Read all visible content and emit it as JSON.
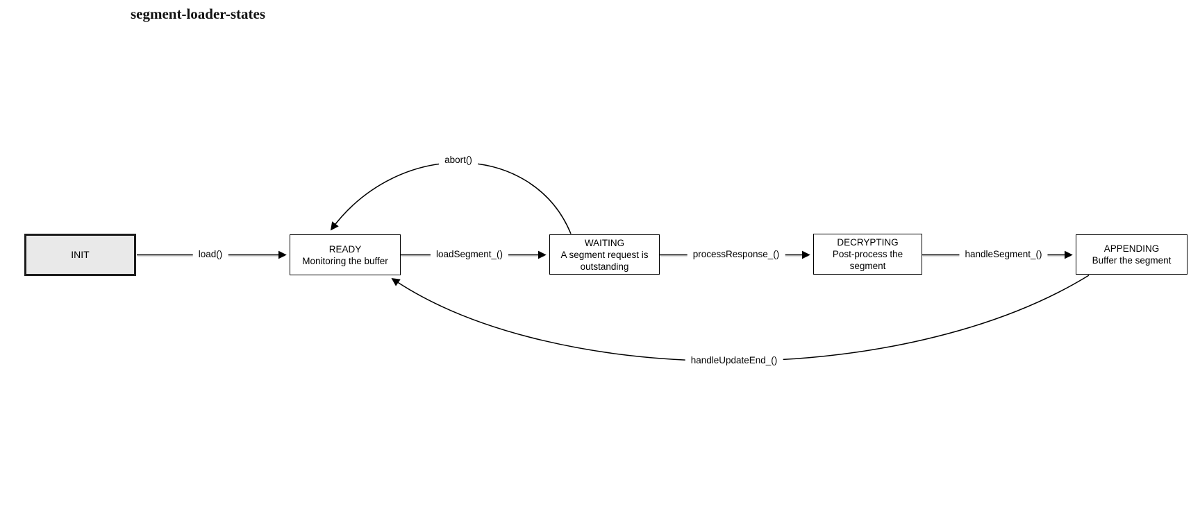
{
  "title": "segment-loader-states",
  "diagram": {
    "type": "state-machine-flowchart",
    "states": [
      {
        "id": "init",
        "name": "INIT",
        "description": "",
        "fill": "#e9e9e9"
      },
      {
        "id": "ready",
        "name": "READY",
        "description": "Monitoring the buffer",
        "fill": "#ffffff"
      },
      {
        "id": "waiting",
        "name": "WAITING",
        "description": "A segment request is outstanding",
        "fill": "#ffffff"
      },
      {
        "id": "decrypting",
        "name": "DECRYPTING",
        "description": "Post-process the segment",
        "fill": "#ffffff"
      },
      {
        "id": "appending",
        "name": "APPENDING",
        "description": "Buffer the segment",
        "fill": "#ffffff"
      }
    ],
    "transitions": [
      {
        "label": "load()",
        "from": "INIT",
        "to": "READY",
        "shape": "straight"
      },
      {
        "label": "loadSegment_()",
        "from": "READY",
        "to": "WAITING",
        "shape": "straight"
      },
      {
        "label": "processResponse_()",
        "from": "WAITING",
        "to": "DECRYPTING",
        "shape": "straight"
      },
      {
        "label": "handleSegment_()",
        "from": "DECRYPTING",
        "to": "APPENDING",
        "shape": "straight"
      },
      {
        "label": "abort()",
        "from": "WAITING",
        "to": "READY",
        "shape": "curve-over-top"
      },
      {
        "label": "handleUpdateEnd_()",
        "from": "APPENDING",
        "to": "READY",
        "shape": "curve-under-bottom"
      }
    ],
    "colors": {
      "stroke": "#000000",
      "init_fill": "#e9e9e9",
      "state_fill": "#ffffff",
      "background": "#ffffff"
    }
  }
}
